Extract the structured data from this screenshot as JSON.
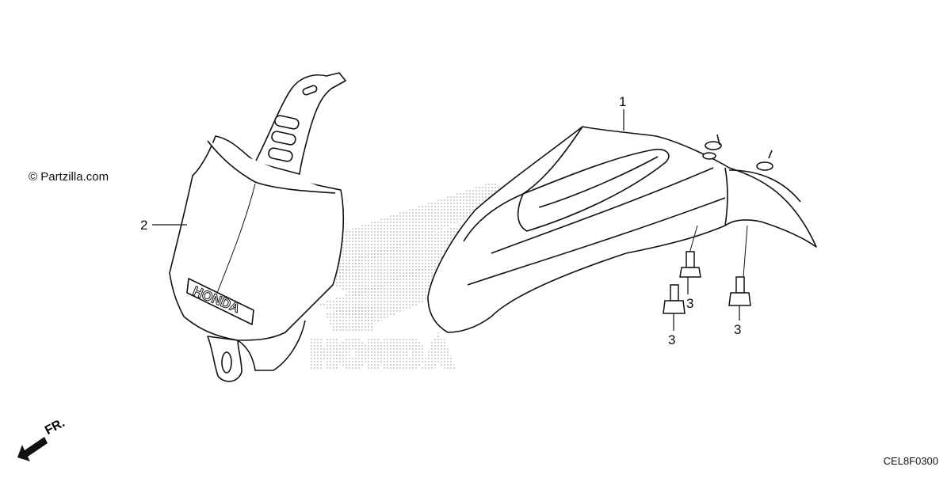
{
  "watermark": "© Partzilla.com",
  "diagram_code": "CEL8F0300",
  "direction_label": "FR.",
  "background_logo_text": "HONDA",
  "parts": [
    {
      "callout": "1",
      "name": "front fender"
    },
    {
      "callout": "2",
      "name": "number plate"
    },
    {
      "callout": "3",
      "name": "bolt"
    },
    {
      "callout": "3",
      "name": "bolt"
    },
    {
      "callout": "3",
      "name": "bolt"
    }
  ],
  "plate_logo_text": "HONDA",
  "colors": {
    "line": "#111111",
    "dots": "#9a9a9a",
    "paper": "#ffffff"
  }
}
